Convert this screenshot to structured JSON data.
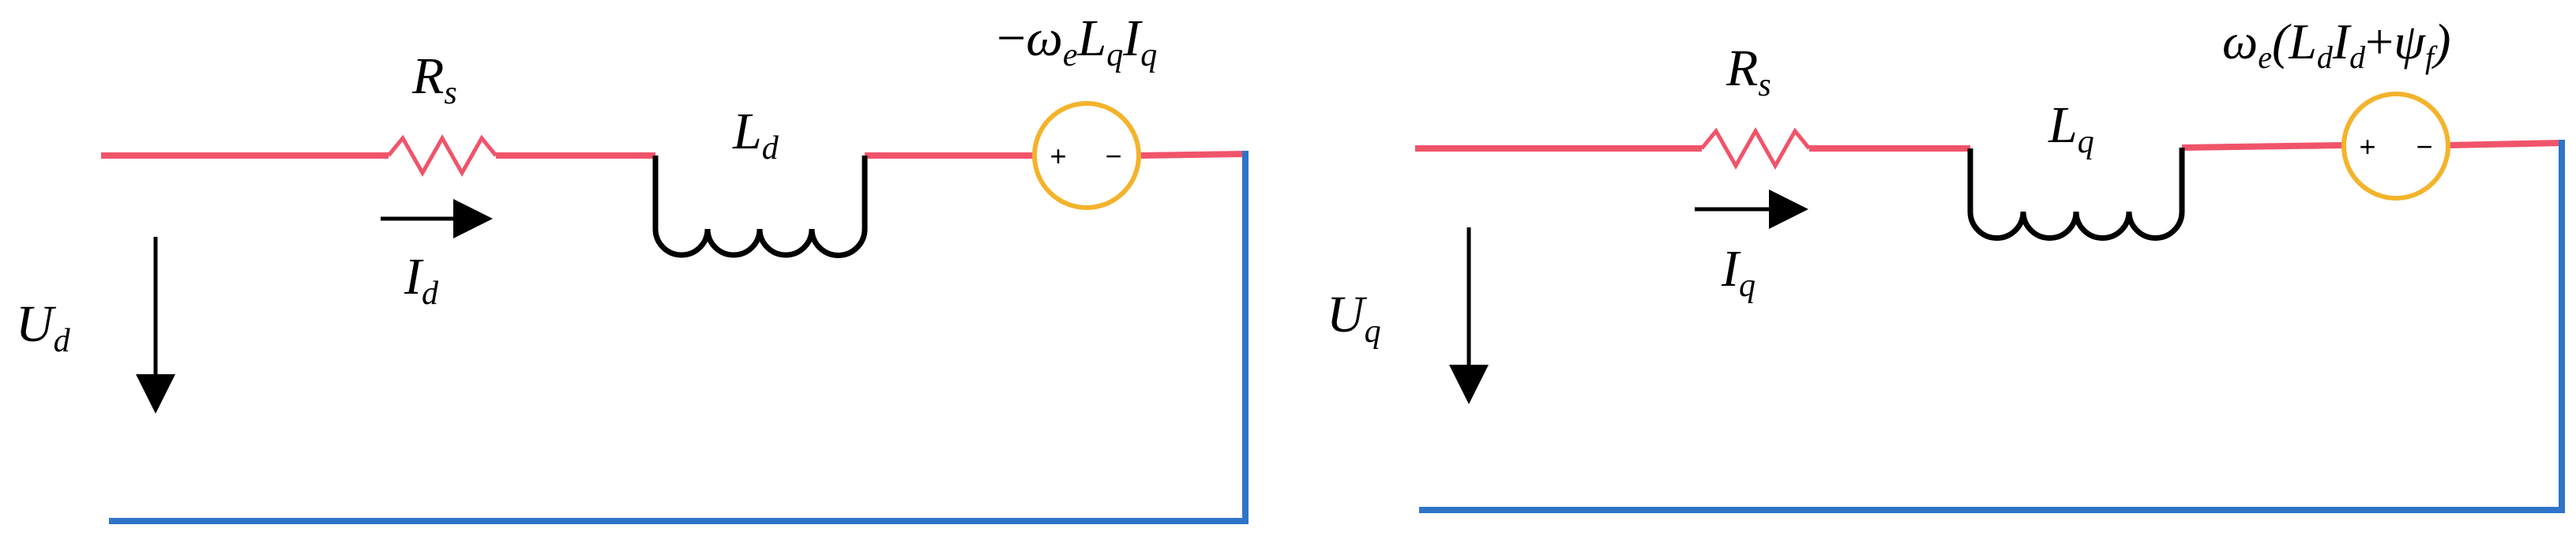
{
  "colors": {
    "live_wire": "#f0546a",
    "return_wire": "#2f74c9",
    "source_ring": "#f3b32b",
    "component": "#000000",
    "text": "#000000"
  },
  "d_axis": {
    "resistor": {
      "base": "R",
      "sub": "s"
    },
    "inductor": {
      "base": "L",
      "sub": "d"
    },
    "current": {
      "base": "I",
      "sub": "d"
    },
    "voltage": {
      "base": "U",
      "sub": "d"
    },
    "source": {
      "plus": "+",
      "minus": "−",
      "label": {
        "minus": "−",
        "omega": "ω",
        "omega_sub": "e",
        "l": "L",
        "l_sub": "q",
        "i": "I",
        "i_sub": "q"
      }
    }
  },
  "q_axis": {
    "resistor": {
      "base": "R",
      "sub": "s"
    },
    "inductor": {
      "base": "L",
      "sub": "q"
    },
    "current": {
      "base": "I",
      "sub": "q"
    },
    "voltage": {
      "base": "U",
      "sub": "q"
    },
    "source": {
      "plus": "+",
      "minus": "−",
      "label": {
        "omega": "ω",
        "omega_sub": "e",
        "open": "(",
        "l": "L",
        "l_sub": "d",
        "i": "I",
        "i_sub": "d",
        "plus": "+",
        "psi": "ψ",
        "psi_sub": "f",
        "close": ")"
      }
    }
  }
}
